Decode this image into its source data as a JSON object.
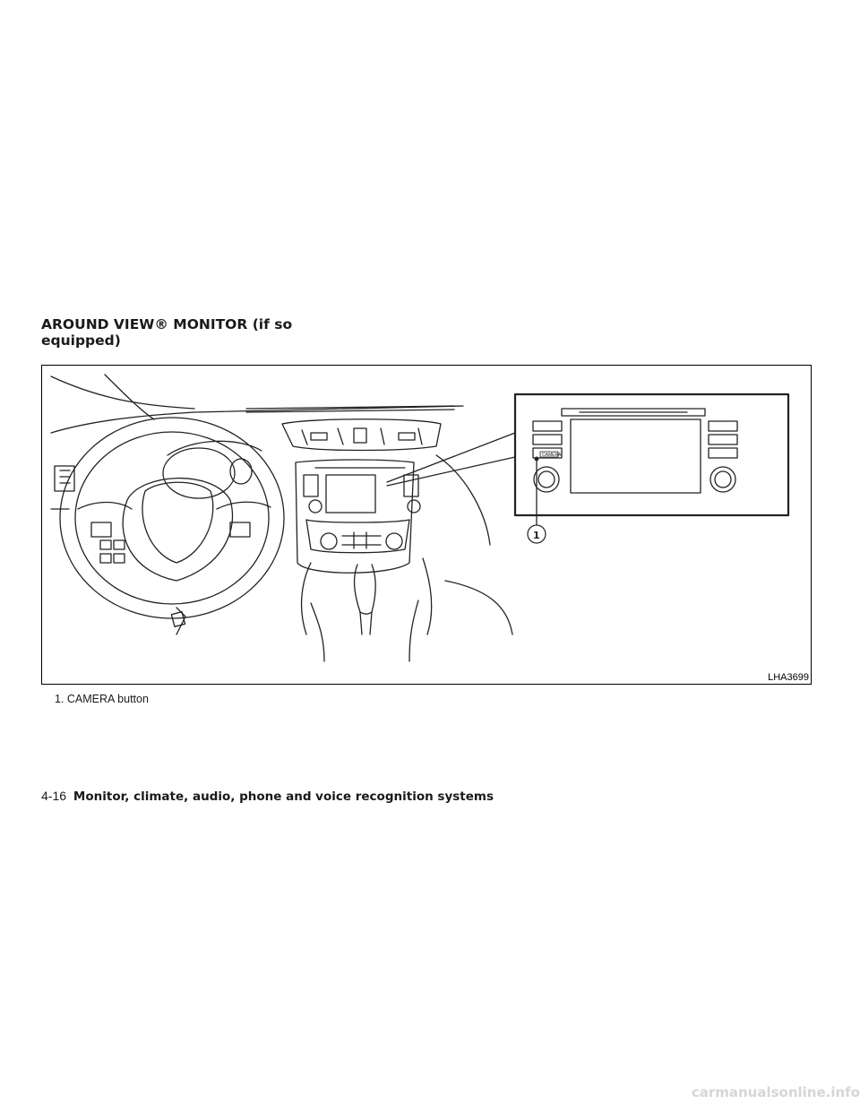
{
  "section": {
    "title": "AROUND VIEW® MONITOR (if so equipped)"
  },
  "figure": {
    "code": "LHA3699",
    "callout_number": "1",
    "button_label": "CAMERA"
  },
  "caption": {
    "text": "1. CAMERA button"
  },
  "footer": {
    "page_number": "4-16",
    "chapter_title": "Monitor, climate, audio, phone and voice recognition systems"
  },
  "watermark": {
    "text": "carmanualsonline.info"
  }
}
